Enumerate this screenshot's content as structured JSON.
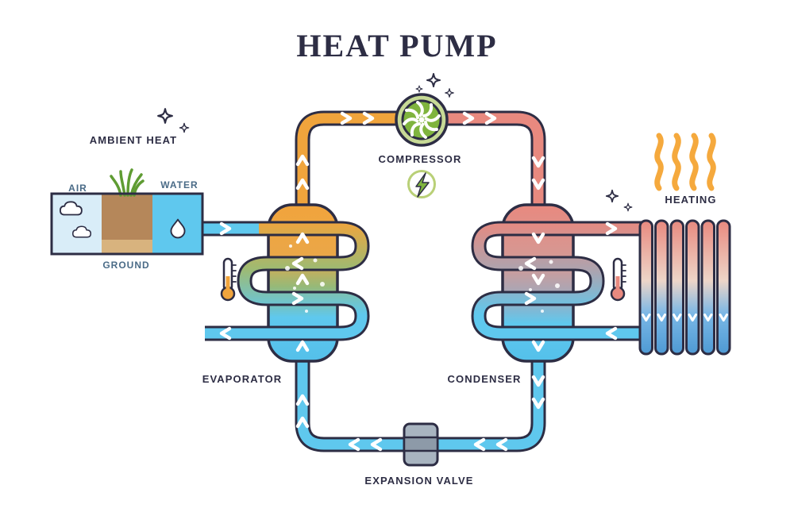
{
  "title": "HEAT PUMP",
  "labels": {
    "ambient_heat": "AMBIENT HEAT",
    "air": "AIR",
    "water": "WATER",
    "ground": "GROUND",
    "compressor": "COMPRESSOR",
    "heating": "HEATING",
    "evaporator": "EVAPORATOR",
    "condenser": "CONDENSER",
    "expansion_valve": "EXPANSION VALVE"
  },
  "colors": {
    "outline": "#2d2d44",
    "pipe_hot": "#f0a43c",
    "pipe_warm": "#e8897f",
    "pipe_cold": "#5fc8ee",
    "compressor_green": "#7fb43e",
    "compressor_ring": "#c7da96",
    "lightning_ring": "#b9d077",
    "soil": "#b5875a",
    "soil_light": "#d8b37e",
    "grass": "#5f9c33",
    "sky": "#d9edf8",
    "heat_wave": "#f5a93d",
    "valve_gray": "#a8b4c0",
    "valve_gray_dark": "#8d9aa8",
    "section_label": "#4a6b87",
    "background": "#ffffff"
  },
  "icons": {
    "compressor": "fan-icon",
    "power": "lightning-icon",
    "heat_source_air": "cloud-icon",
    "heat_source_ground": "grass-icon",
    "heat_source_water": "water-drop-icon",
    "heating_emitter": "radiator-icon",
    "warmth": "heat-wave-icon",
    "temperature": "thermometer-icon",
    "throttle": "expansion-valve-icon",
    "sparkle": "sparkle-icon"
  }
}
